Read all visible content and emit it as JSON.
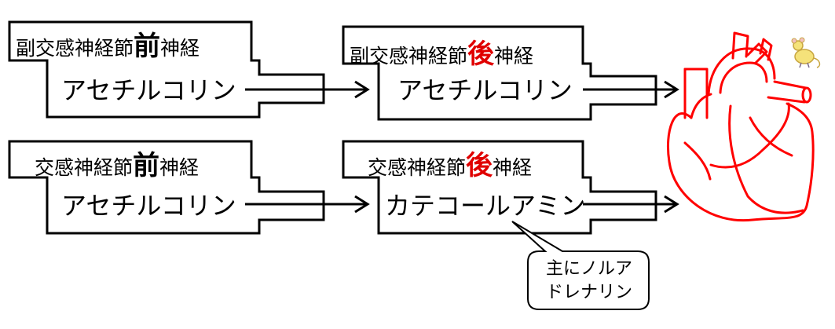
{
  "colors": {
    "accent_red": "#e00000",
    "heart_red": "#ff0000",
    "outline": "#000000"
  },
  "parasympathetic": {
    "pre": {
      "prefix": "副交感神経節",
      "emph": "前",
      "suffix": "神経",
      "chemical": "アセチルコリン"
    },
    "post": {
      "prefix": "副交感神経節",
      "emph": "後",
      "suffix": "神経",
      "chemical": "アセチルコリン"
    }
  },
  "sympathetic": {
    "pre": {
      "prefix": "交感神経節",
      "emph": "前",
      "suffix": "神経",
      "chemical": "アセチルコリン"
    },
    "post": {
      "prefix": "交感神経節",
      "emph": "後",
      "suffix": "神経",
      "chemical": "カテコールアミン"
    }
  },
  "callout": {
    "line1": "主にノルア",
    "line2": "ドレナリン"
  },
  "icons": {
    "target_organ": "heart-icon",
    "small_figure": "mouse-icon"
  }
}
